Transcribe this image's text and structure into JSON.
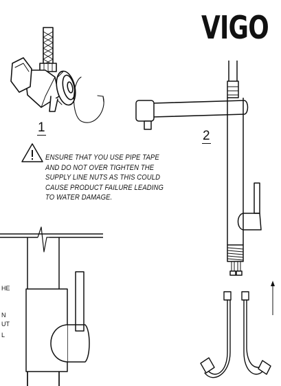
{
  "brand": {
    "logo_text": "VIGO"
  },
  "steps": {
    "step1": "1",
    "step2": "2"
  },
  "warning": {
    "lines": [
      "ENSURE THAT YOU USE PIPE TAPE",
      "AND DO NOT OVER TIGHTEN THE",
      "SUPPLY LINE NUTS AS THIS COULD",
      "CAUSE PRODUCT FAILURE LEADING",
      "TO WATER DAMAGE."
    ]
  },
  "clipped_text": {
    "line1": "HE",
    "line2": "N",
    "line3": "UT",
    "line4": "L"
  },
  "icons": {
    "warning": "warning-triangle-icon",
    "rotate_arrow": "rotate-arrow-icon",
    "up_arrow": "up-arrow-icon"
  }
}
